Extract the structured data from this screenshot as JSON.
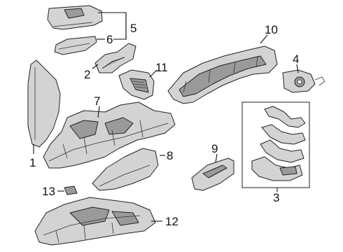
{
  "callouts": {
    "c1": "1",
    "c2": "2",
    "c3": "3",
    "c4": "4",
    "c5": "5",
    "c6": "6",
    "c7": "7",
    "c8": "8",
    "c9": "9",
    "c10": "10",
    "c11": "11",
    "c12": "12",
    "c13": "13"
  },
  "colors": {
    "part_fill": "#d3d3d3",
    "part_shadow": "#9a9a9a",
    "line": "#222222",
    "background": "#ffffff"
  }
}
